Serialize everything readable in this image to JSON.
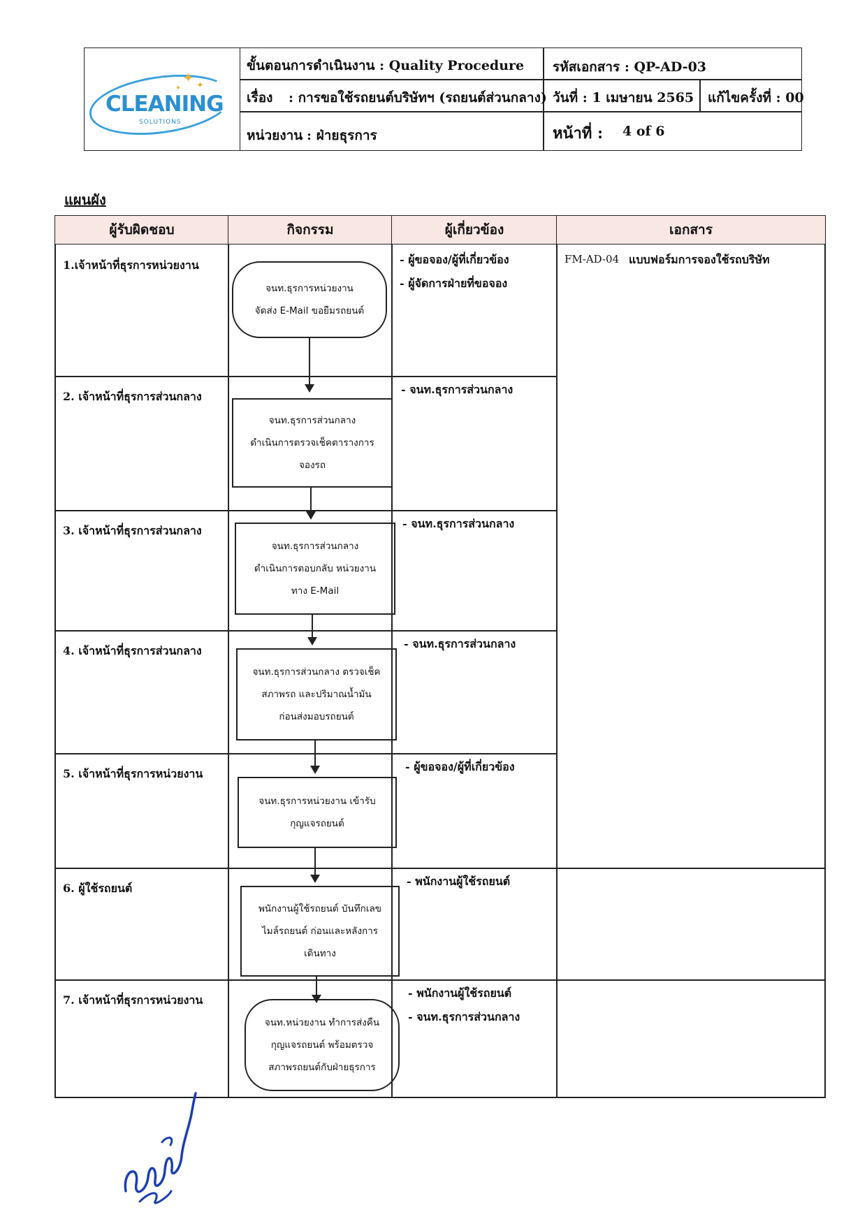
{
  "header": {
    "procedure_label": "ขั้นตอนการดำเนินงาน : Quality Procedure",
    "subject_label": "เรื่อง",
    "subject_value": ": การขอใช้รถยนต์บริษัทฯ (รถยนต์ส่วนกลาง)",
    "unit_label": "หน่วยงาน",
    "unit_value": ": ฝ่ายธุรการ",
    "doc_code": "รหัสเอกสาร : QP-AD-03",
    "date": "วันที่ : 1 เมษายน 2565",
    "revision": "แก้ไขครั้งที่ : 00",
    "page_label": "หน้าที่  :",
    "page_value": "4 of 6",
    "logo_word": "CLEANING",
    "logo_sub": "SOLUTIONS"
  },
  "section_title": "แผนผัง",
  "columns": [
    "ผู้รับผิดชอบ",
    "กิจกรรม",
    "ผู้เกี่ยวข้อง",
    "เอกสาร"
  ],
  "rows": [
    {
      "responsible": "1.เจ้าหน้าที่ธุรการหน่วยงาน",
      "activity": [
        "จนท.ธุรการหน่วยงาน",
        "จัดส่ง E-Mail ขอยืมรถยนต์"
      ],
      "related": [
        "- ผู้ขอจอง/ผู้ที่เกี่ยวข้อง",
        "- ผู้จัดการฝ่ายที่ขอจอง"
      ]
    },
    {
      "responsible": "2. เจ้าหน้าที่ธุรการส่วนกลาง",
      "activity": [
        "จนท.ธุรการส่วนกลาง",
        "ดำเนินการตรวจเช็คตารางการ",
        "จองรถ"
      ],
      "related": [
        "-  จนท.ธุรการส่วนกลาง"
      ]
    },
    {
      "responsible": "3.  เจ้าหน้าที่ธุรการส่วนกลาง",
      "activity": [
        "จนท.ธุรการส่วนกลาง",
        "ดำเนินการตอบกลับ หน่วยงาน",
        "ทาง E-Mail"
      ],
      "related": [
        "-  จนท.ธุรการส่วนกลาง"
      ]
    },
    {
      "responsible": "4.  เจ้าหน้าที่ธุรการส่วนกลาง",
      "activity": [
        "จนท.ธุรการส่วนกลาง ตรวจเช็ค",
        "สภาพรถ และปริมาณน้ำมัน",
        "ก่อนส่งมอบรถยนต์"
      ],
      "related": [
        "-  จนท.ธุรการส่วนกลาง"
      ]
    },
    {
      "responsible": "5.  เจ้าหน้าที่ธุรการหน่วยงาน",
      "activity": [
        "จนท.ธุรการหน่วยงาน เข้ารับ",
        "กุญแจรถยนต์"
      ],
      "related": [
        "- ผู้ขอจอง/ผู้ที่เกี่ยวข้อง"
      ]
    },
    {
      "responsible": "6. ผู้ใช้รถยนต์",
      "activity": [
        "พนักงานผู้ใช้รถยนต์ บันทึกเลข",
        "ไมล์รถยนต์ ก่อนและหลังการ",
        "เดินทาง"
      ],
      "related": [
        "- พนักงานผู้ใช้รถยนต์"
      ]
    },
    {
      "responsible": "7. เจ้าหน้าที่ธุรการหน่วยงาน",
      "activity": [
        "จนท.หน่วยงาน ทำการส่งคืน",
        "กุญแจรถยนต์ พร้อมตรวจ",
        "สภาพรถยนต์กับฝ่ายธุรการ"
      ],
      "related": [
        "- พนักงานผู้ใช้รถยนต์",
        "-  จนท.ธุรการส่วนกลาง"
      ]
    }
  ],
  "document": {
    "code": "FM-AD-04",
    "name": "แบบฟอร์มการจองใช้รถบริษัท"
  },
  "signature": "ณัฐชยันต์",
  "colors": {
    "header_fill": "#f9e7e3",
    "logo_blue": "#2b8fd0",
    "signature_blue": "#1b3fb0"
  }
}
